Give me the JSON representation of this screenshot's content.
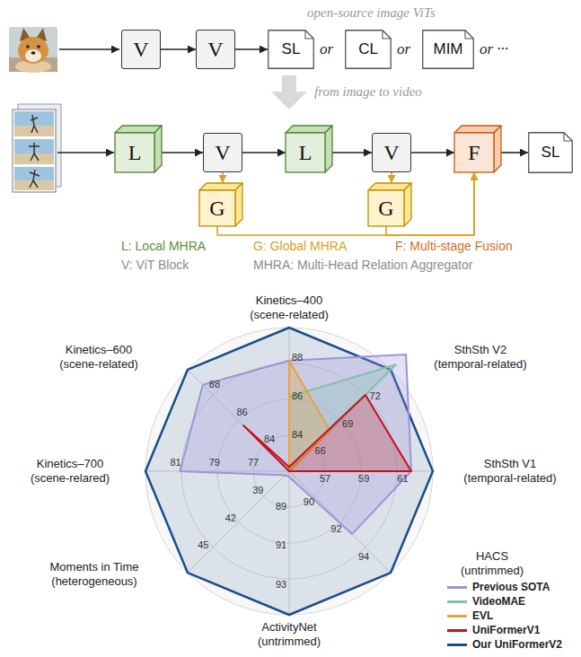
{
  "diagram": {
    "nodes": [
      {
        "text": [
          "V"
        ]
      },
      {
        "text": [
          "V"
        ]
      },
      {
        "text": [
          "SL"
        ]
      },
      {
        "text": [
          "CL"
        ]
      },
      {
        "text": [
          "MIM"
        ]
      },
      {
        "text": [
          "L"
        ]
      },
      {
        "text": [
          "V"
        ]
      },
      {
        "text": [
          "L"
        ]
      },
      {
        "text": [
          "V"
        ]
      },
      {
        "text": [
          "F"
        ]
      },
      {
        "text": [
          "SL"
        ]
      },
      {
        "text": [
          "G"
        ]
      },
      {
        "text": [
          "G"
        ]
      }
    ],
    "edges": [
      {
        "from": 0,
        "to": 1,
        "arrow": "to"
      },
      {
        "from": 1,
        "to": 2,
        "arrow": "to"
      },
      {
        "from": 5,
        "to": 6,
        "arrow": "to"
      },
      {
        "from": 6,
        "to": 7,
        "arrow": "to"
      },
      {
        "from": 7,
        "to": 8,
        "arrow": "to"
      },
      {
        "from": 8,
        "to": 9,
        "arrow": "to"
      },
      {
        "from": 9,
        "to": 10,
        "arrow": "to"
      },
      {
        "from": 6,
        "to": 11,
        "arrow": "to"
      },
      {
        "from": 8,
        "to": 12,
        "arrow": "to"
      },
      {
        "from": 11,
        "to": 9,
        "arrow": "to"
      },
      {
        "from": 12,
        "to": 9,
        "arrow": "to"
      }
    ],
    "labels": [
      "open-source image ViTs",
      "or",
      "or",
      "or ···",
      "from image to video",
      "L: Local MHRA",
      "G: Global MHRA",
      "F: Multi-stage Fusion",
      "V: ViT Block",
      "MHRA: Multi-Head Relation Aggregator",
      "Kinetics–400 (scene-related)",
      "84",
      "86",
      "88",
      "Kinetics–600 (scene-related)",
      "84",
      "86",
      "88",
      "SthSth V2 (temporal-related)",
      "66",
      "69",
      "72",
      "SthSth V1 (temporal-related)",
      "57",
      "59",
      "61",
      "Kinetics–700 (scene-relared)",
      "77",
      "79",
      "81",
      "HACS (untrimmed)",
      "90",
      "92",
      "94",
      "Moments in Time (heterogeneous)",
      "39",
      "42",
      "45",
      "ActivityNet (untrimmed)",
      "89",
      "91",
      "93"
    ],
    "legend": [
      {
        "text": "Previous SOTA",
        "color": "#9d94d8"
      },
      {
        "text": "VideoMAE",
        "color": "#83bfae"
      },
      {
        "text": "EVL",
        "color": "#e8a33c"
      },
      {
        "text": "UniFormerV1",
        "color": "#c0141c"
      },
      {
        "text": "Our UniFormerV2",
        "color": "#1c4d8c"
      }
    ]
  }
}
